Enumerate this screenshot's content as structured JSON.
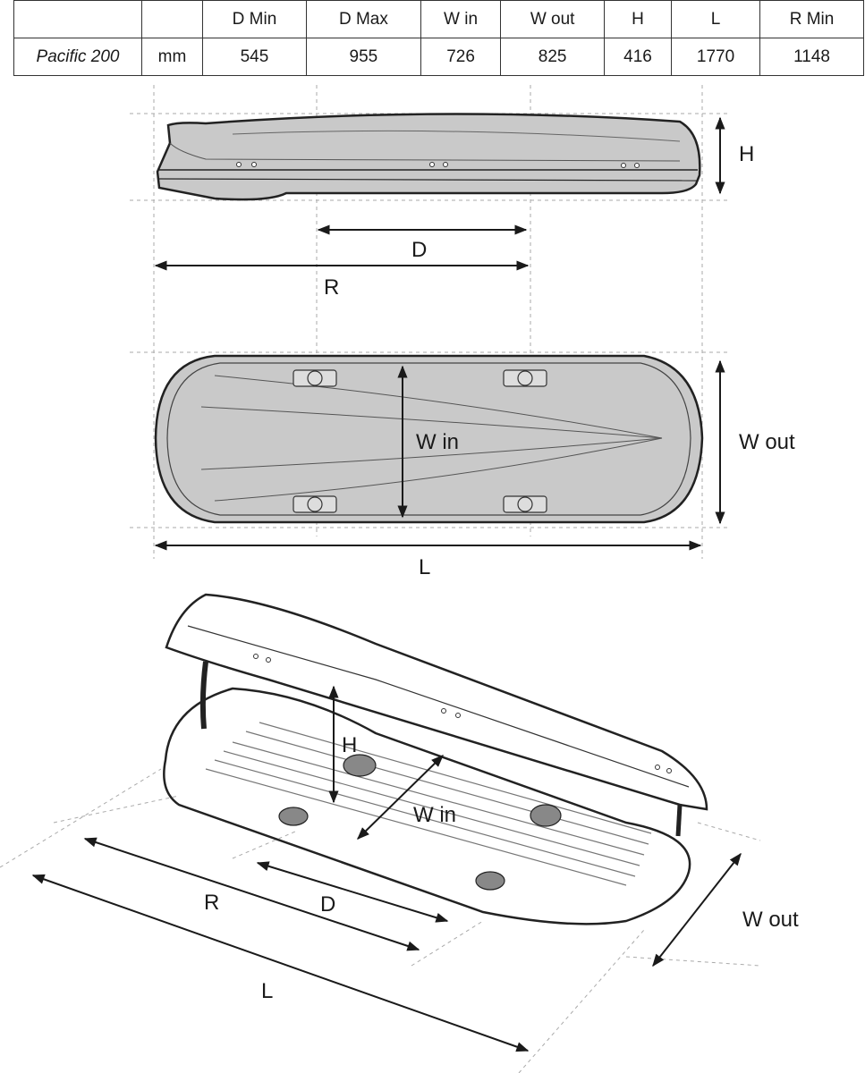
{
  "table": {
    "headers": [
      "",
      "",
      "D Min",
      "D Max",
      "W in",
      "W out",
      "H",
      "L",
      "R Min"
    ],
    "row": {
      "model": "Pacific 200",
      "unit": "mm",
      "values": [
        "545",
        "955",
        "726",
        "825",
        "416",
        "1770",
        "1148"
      ]
    }
  },
  "side_view": {
    "h": "H",
    "d": "D",
    "r": "R"
  },
  "top_view": {
    "w_in": "W in",
    "w_out": "W out",
    "l": "L"
  },
  "perspective_view": {
    "h": "H",
    "w_in": "W in",
    "r": "R",
    "d": "D",
    "l": "L",
    "w_out": "W out"
  }
}
